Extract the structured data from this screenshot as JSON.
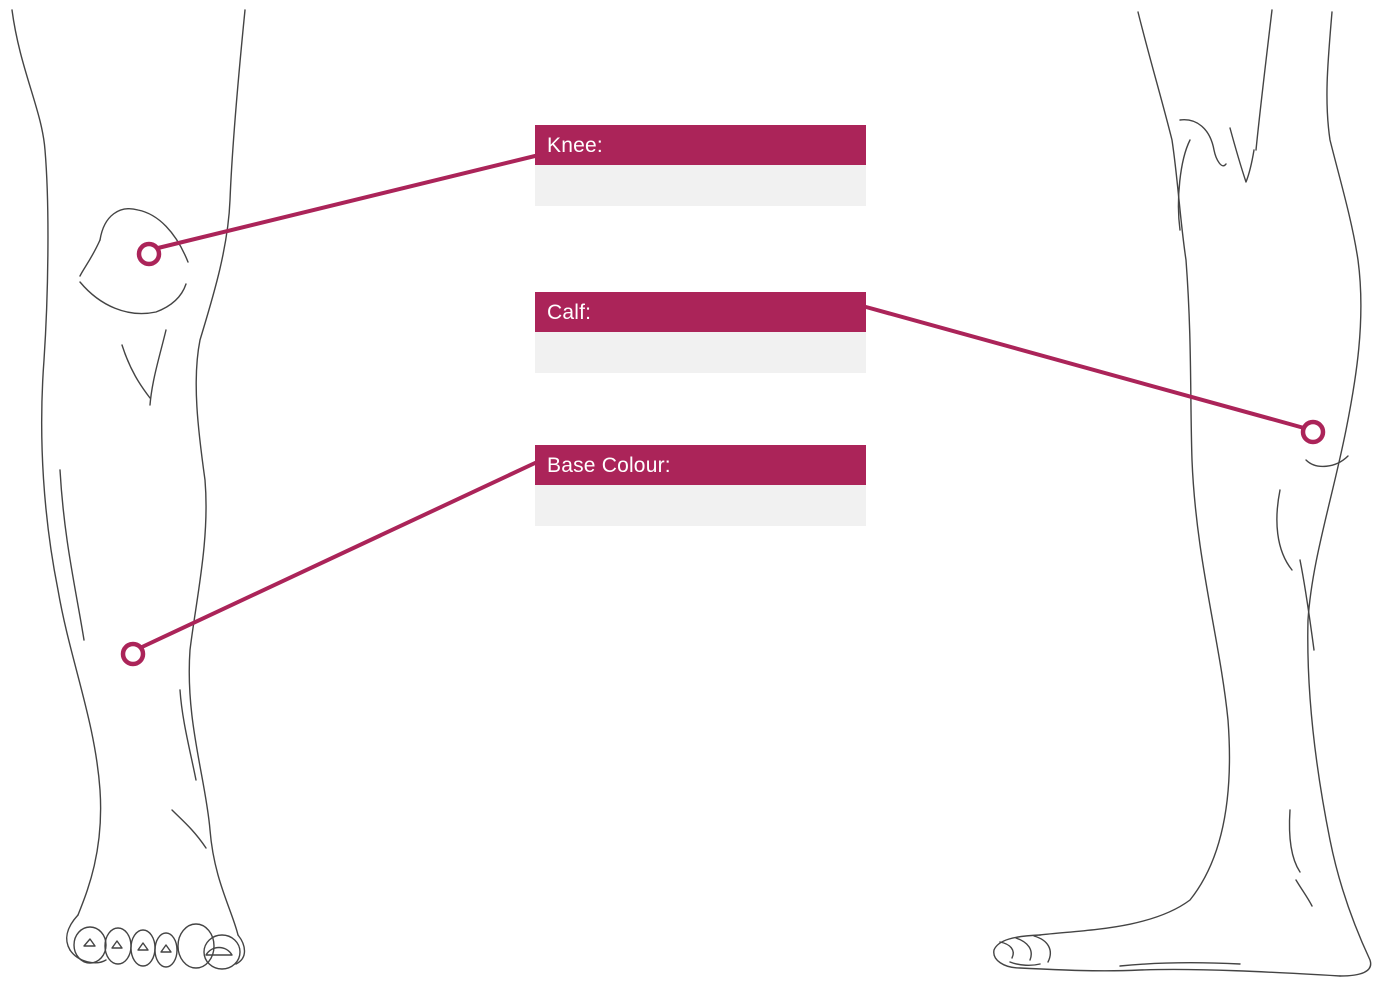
{
  "theme": {
    "accent": "#ab2459",
    "field_bg": "#f1f1f1",
    "sketch_stroke": "#444444"
  },
  "labels": [
    {
      "id": "knee",
      "title": "Knee:",
      "value": ""
    },
    {
      "id": "calf",
      "title": "Calf:",
      "value": ""
    },
    {
      "id": "base",
      "title": "Base Colour:",
      "value": ""
    }
  ]
}
